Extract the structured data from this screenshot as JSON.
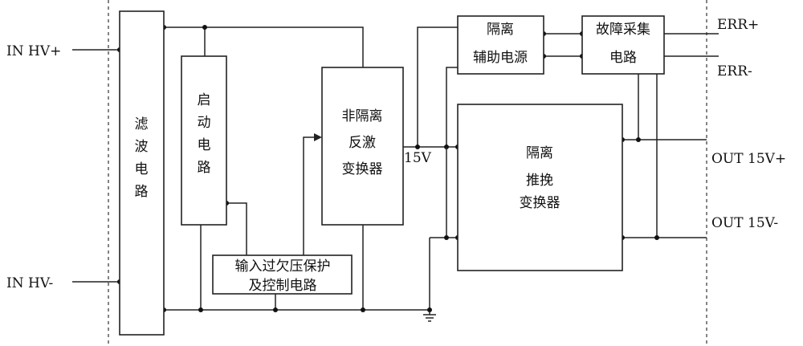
{
  "inputs": {
    "hv_plus": "IN HV+",
    "hv_minus": "IN HV-"
  },
  "outputs": {
    "err_plus": "ERR+",
    "err_minus": "ERR-",
    "out_plus": "OUT 15V+",
    "out_minus": "OUT 15V-"
  },
  "blocks": {
    "filter": [
      "滤",
      "波",
      "电",
      "路"
    ],
    "startup": [
      "启",
      "动",
      "电",
      "路"
    ],
    "non_isolated": [
      "非隔离",
      "反激",
      "变换器"
    ],
    "protection": [
      "输入过欠压保护",
      "及控制电路"
    ],
    "aux_power": [
      "隔离",
      "辅助电源"
    ],
    "fault": [
      "故障采集",
      "电路"
    ],
    "push_pull": [
      "隔离",
      "推挽",
      "变换器"
    ]
  },
  "voltage_label": "15V"
}
